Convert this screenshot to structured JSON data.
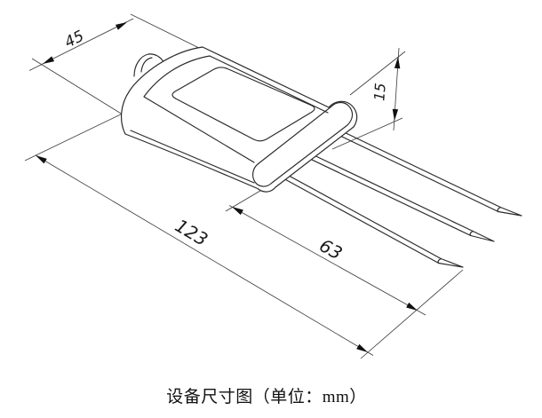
{
  "diagram": {
    "caption": "设备尺寸图（单位：mm）",
    "unit": "mm",
    "dimensions": {
      "width": "45",
      "height": "15",
      "probe_length": "63",
      "overall_length": "123"
    },
    "colors": {
      "line": "#2a2a2a",
      "dimension_line": "#3a3a3a",
      "text": "#1a1a1a",
      "background": "#ffffff"
    }
  }
}
